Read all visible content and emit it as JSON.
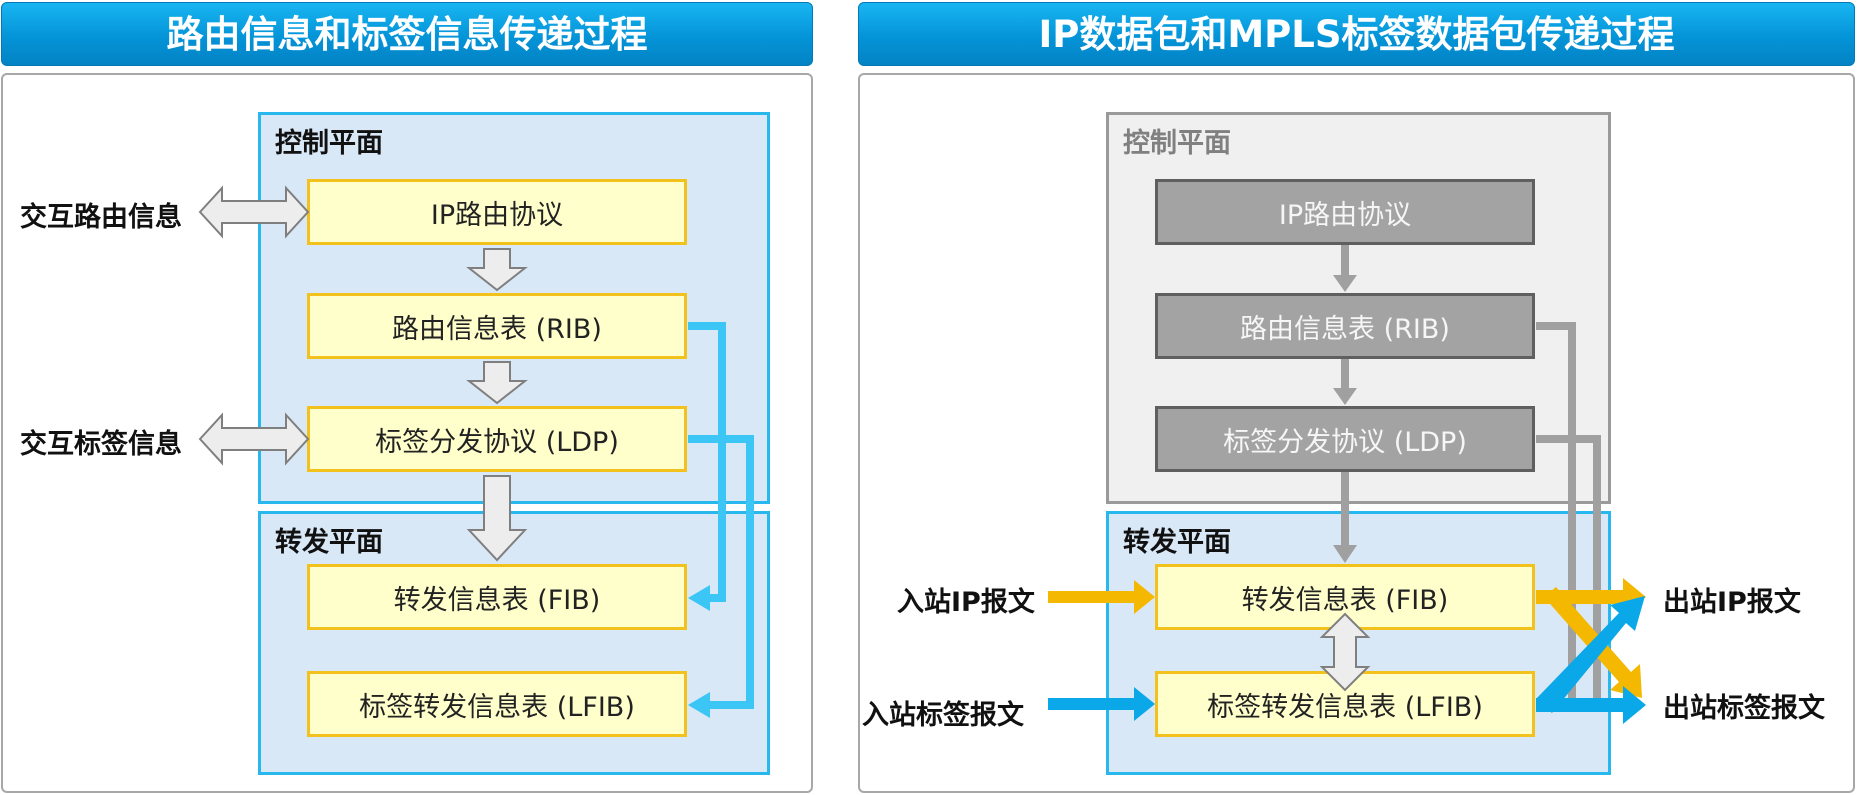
{
  "left": {
    "title": "路由信息和标签信息传递过程",
    "control_plane": "控制平面",
    "forward_plane": "转发平面",
    "boxes": {
      "ip_routing": "IP路由协议",
      "rib": "路由信息表 (RIB)",
      "ldp": "标签分发协议 (LDP)",
      "fib": "转发信息表 (FIB)",
      "lfib": "标签转发信息表 (LFIB)"
    },
    "side_labels": {
      "exchange_routing": "交互路由信息",
      "exchange_label": "交互标签信息"
    }
  },
  "right": {
    "title": "IP数据包和MPLS标签数据包传递过程",
    "control_plane": "控制平面",
    "forward_plane": "转发平面",
    "boxes": {
      "ip_routing": "IP路由协议",
      "rib": "路由信息表 (RIB)",
      "ldp": "标签分发协议 (LDP)",
      "fib": "转发信息表 (FIB)",
      "lfib": "标签转发信息表 (LFIB)"
    },
    "io_labels": {
      "in_ip": "入站IP报文",
      "in_label": "入站标签报文",
      "out_ip": "出站IP报文",
      "out_label": "出站标签报文"
    }
  },
  "colors": {
    "header": "#0494d8",
    "blue_arrow": "#29c4f4",
    "blue_flow": "#0aa8e8",
    "orange_flow": "#f5b800",
    "gray_arrow": "#a0a0a0"
  }
}
